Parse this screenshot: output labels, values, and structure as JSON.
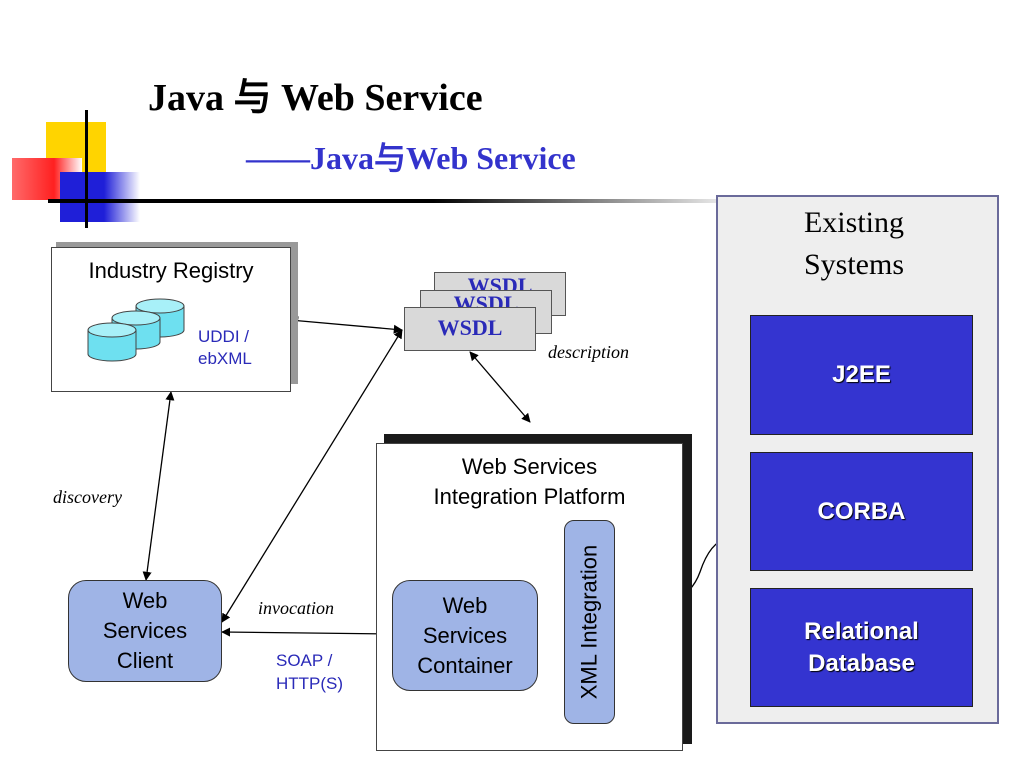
{
  "title": "Java 与 Web Service",
  "subtitle": "——Java与Web Service",
  "registry": {
    "title": "Industry Registry",
    "line1": "UDDI /",
    "line2": "ebXML"
  },
  "wsdl": {
    "label": "WSDL"
  },
  "labels": {
    "description": "description",
    "discovery": "discovery",
    "invocation": "invocation",
    "soap1": "SOAP /",
    "soap2": "HTTP(S)"
  },
  "client": {
    "line1": "Web",
    "line2": "Services",
    "line3": "Client"
  },
  "platform": {
    "line1": "Web Services",
    "line2": "Integration Platform"
  },
  "container": {
    "line1": "Web",
    "line2": "Services",
    "line3": "Container"
  },
  "xml_integration": "XML Integration",
  "existing": {
    "line1": "Existing",
    "line2": "Systems",
    "items": [
      {
        "line1": "J2EE",
        "line2": ""
      },
      {
        "line1": "CORBA",
        "line2": ""
      },
      {
        "line1": "Relational",
        "line2": "Database"
      }
    ]
  },
  "colors": {
    "title": "#000000",
    "subtitle": "#3333cc",
    "system_box": "#3434d0",
    "rounded_box": "#9fb4e6",
    "label_blue": "#2a2ab8"
  }
}
